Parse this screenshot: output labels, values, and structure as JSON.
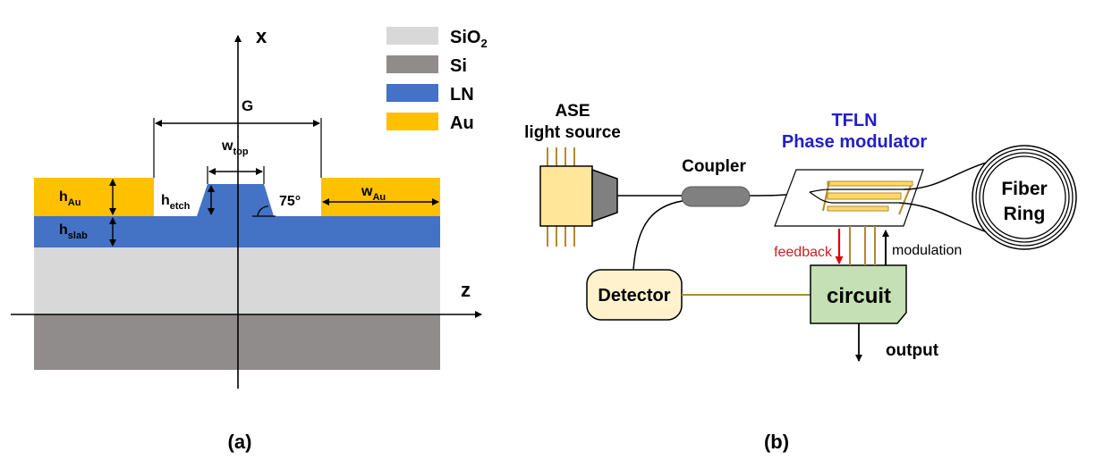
{
  "panel_a": {
    "legend": [
      {
        "base": "SiO",
        "sub": "2",
        "color": "#d9d8d8"
      },
      {
        "base": "Si",
        "sub": "",
        "color": "#908c8b"
      },
      {
        "base": "LN",
        "sub": "",
        "color": "#4472c4"
      },
      {
        "base": "Au",
        "sub": "",
        "color": "#ffc000"
      }
    ],
    "axis_x_label": "x",
    "axis_z_label": "z",
    "gap_label": "G",
    "w_top": {
      "base": "w",
      "sub": "top"
    },
    "w_au": {
      "base": "w",
      "sub": "Au"
    },
    "h_au": {
      "base": "h",
      "sub": "Au"
    },
    "h_etch": {
      "base": "h",
      "sub": "etch"
    },
    "h_slab": {
      "base": "h",
      "sub": "slab"
    },
    "angle_label": "75°",
    "caption": "(a)"
  },
  "panel_b": {
    "source_label_1": "ASE",
    "source_label_2": "light source",
    "coupler_label": "Coupler",
    "modulator_title_1": "TFLN",
    "modulator_title_2": "Phase modulator",
    "fiber_ring_1": "Fiber",
    "fiber_ring_2": "Ring",
    "detector_label": "Detector",
    "circuit_label": "circuit",
    "feedback_label": "feedback",
    "modulation_label": "modulation",
    "output_label": "output",
    "caption": "(b)",
    "colors": {
      "modulator_title": "#1f1fcc",
      "feedback": "#cc1f1f",
      "gold_line": "#b08a2e"
    }
  }
}
